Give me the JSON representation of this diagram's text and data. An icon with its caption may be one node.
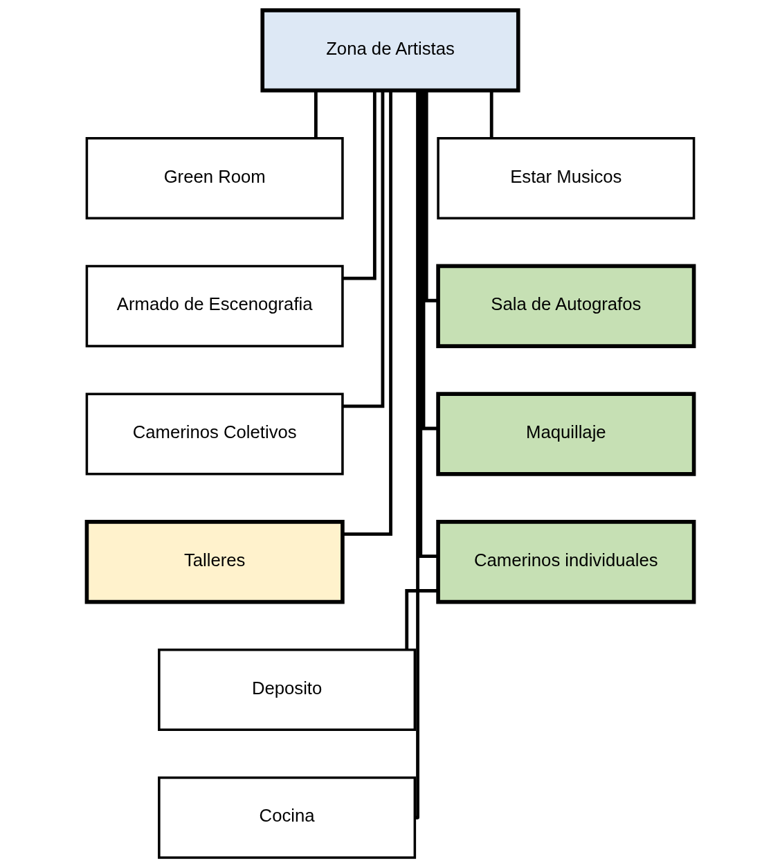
{
  "diagram": {
    "nodes": [
      {
        "text": [
          "Zona de Artistas"
        ]
      },
      {
        "text": [
          "Green Room"
        ]
      },
      {
        "text": [
          "Estar Musicos"
        ]
      },
      {
        "text": [
          "Armado de Escenografia"
        ]
      },
      {
        "text": [
          "Sala de Autografos"
        ]
      },
      {
        "text": [
          "Camerinos Coletivos"
        ]
      },
      {
        "text": [
          "Maquillaje"
        ]
      },
      {
        "text": [
          "Talleres"
        ]
      },
      {
        "text": [
          "Camerinos individuales"
        ]
      },
      {
        "text": [
          "Deposito"
        ]
      },
      {
        "text": [
          "Cocina"
        ]
      }
    ],
    "edges": [
      {
        "from": 0,
        "to": 1,
        "arrow": "none"
      },
      {
        "from": 0,
        "to": 2,
        "arrow": "none"
      },
      {
        "from": 0,
        "to": 3,
        "arrow": "none"
      },
      {
        "from": 0,
        "to": 4,
        "arrow": "none"
      },
      {
        "from": 0,
        "to": 5,
        "arrow": "none"
      },
      {
        "from": 0,
        "to": 6,
        "arrow": "none"
      },
      {
        "from": 0,
        "to": 7,
        "arrow": "none"
      },
      {
        "from": 0,
        "to": 8,
        "arrow": "none"
      },
      {
        "from": 0,
        "to": 10,
        "arrow": "none"
      },
      {
        "from": 8,
        "to": 9,
        "arrow": "none"
      }
    ]
  }
}
